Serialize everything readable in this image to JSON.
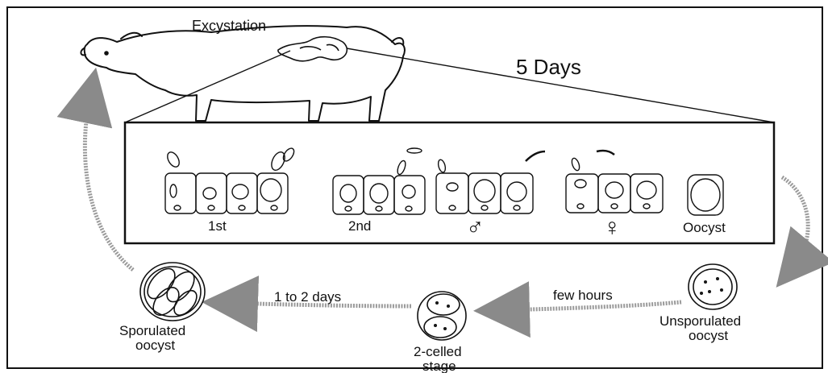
{
  "labels": {
    "excystation": "Excystation",
    "duration": "5 Days",
    "stage_1st": "1st",
    "stage_2nd": "2nd",
    "stage_male": "♂",
    "stage_female": "♀",
    "stage_oocyst": "Oocyst",
    "unsporulated_line1": "Unsporulated",
    "unsporulated_line2": "oocyst",
    "few_hours": "few hours",
    "two_celled_line1": "2-celled",
    "two_celled_line2": "stage",
    "one_to_two_days": "1 to 2 days",
    "sporulated_line1": "Sporulated",
    "sporulated_line2": "oocyst"
  },
  "colors": {
    "line": "#111111",
    "arrow": "#9a9a9a",
    "background": "#ffffff"
  }
}
